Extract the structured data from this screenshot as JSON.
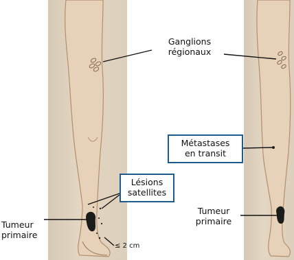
{
  "labels": {
    "ganglions": [
      "Ganglions",
      "régionaux"
    ],
    "metastases": [
      "Métastases",
      "en transit"
    ],
    "lesions": [
      "Lésions",
      "satellites"
    ],
    "tumeur_left": [
      "Tumeur",
      "primaire"
    ],
    "tumeur_right": [
      "Tumeur",
      "primaire"
    ],
    "size": "≤ 2 cm"
  },
  "colors": {
    "skin": "#e6d2b8",
    "skin_outline": "#b58d6c",
    "lesion": "#1b1b1b",
    "box_border": "#1f5a8c",
    "leader_line": "#111111"
  }
}
